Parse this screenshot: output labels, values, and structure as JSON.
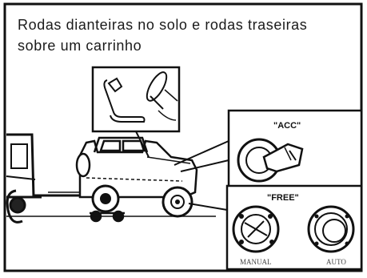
{
  "caption": {
    "line1": "Rodas dianteiras no solo e rodas traseiras",
    "line2": "sobre um carrinho"
  },
  "callouts": {
    "acc": "\"ACC\"",
    "free": "\"FREE\"",
    "manual": "MANUAL",
    "auto": "AUTO"
  }
}
